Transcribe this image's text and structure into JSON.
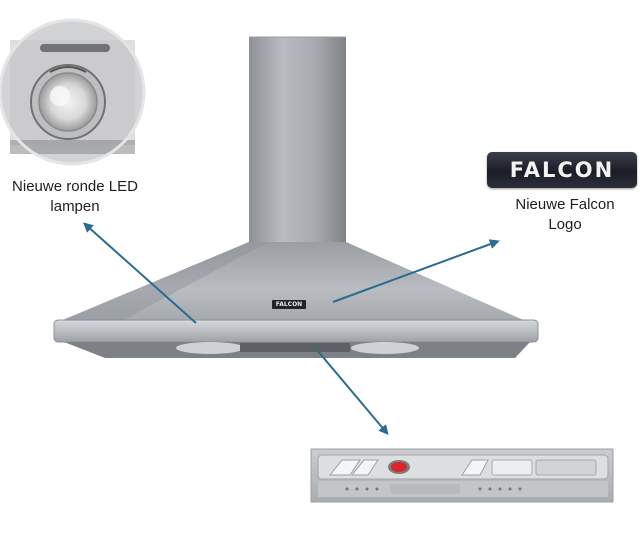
{
  "captions": {
    "led_line1": "Nieuwe ronde LED",
    "led_line2": "lampen",
    "logo_line1": "Nieuwe Falcon",
    "logo_line2": "Logo"
  },
  "logo": {
    "text": "FALCON"
  },
  "hood_badge": {
    "text": "FALCON"
  },
  "colors": {
    "arrow": "#2a6b8f",
    "control_light": "#d8262a",
    "steel": "#a9adb2",
    "logo_bg": "#1e222b"
  }
}
